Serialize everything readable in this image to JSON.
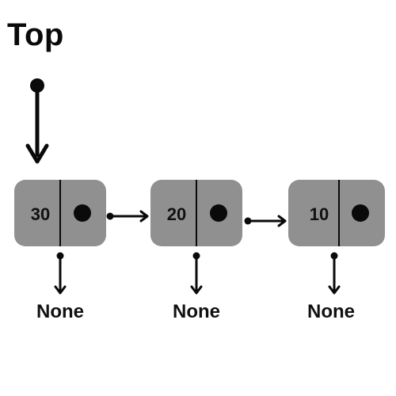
{
  "diagram": {
    "title": "Top",
    "nodes": [
      {
        "value": "30",
        "next_label": "None"
      },
      {
        "value": "20",
        "next_label": "None"
      },
      {
        "value": "10",
        "next_label": "None"
      }
    ],
    "colors": {
      "node_fill": "#909090",
      "stroke": "#0a0a0a",
      "text": "#111111"
    }
  }
}
